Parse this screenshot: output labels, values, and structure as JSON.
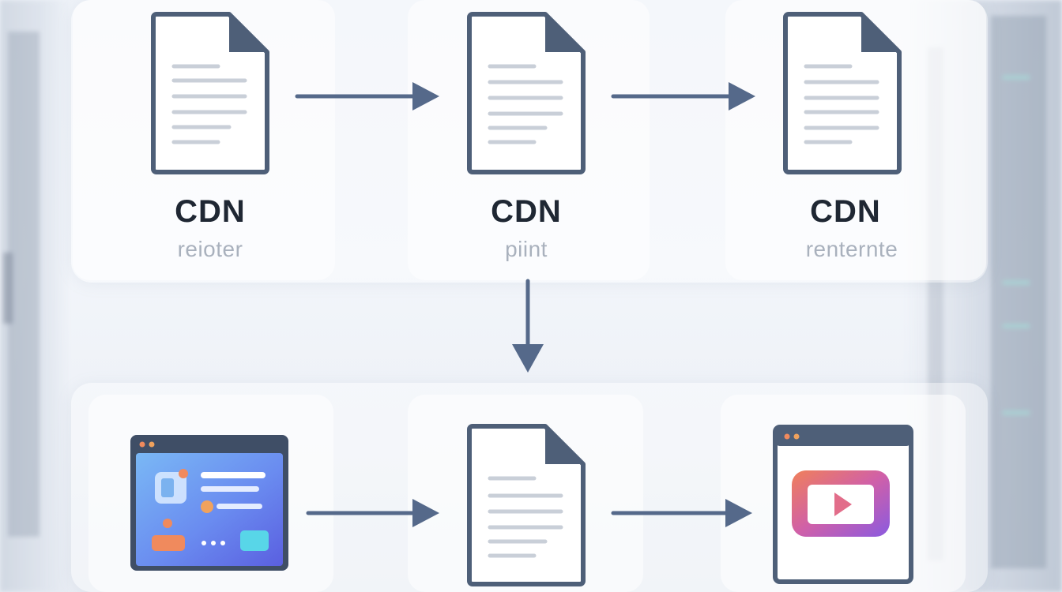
{
  "colors": {
    "doc_stroke": "#4e5f78",
    "doc_line": "#c9cfd8",
    "arrow": "#55698a",
    "title": "#1f2733",
    "subtitle": "#a9b1bd"
  },
  "top_row": [
    {
      "title": "CDN",
      "subtitle": "reioter",
      "icon": "document-icon"
    },
    {
      "title": "CDN",
      "subtitle": "piint",
      "icon": "document-icon"
    },
    {
      "title": "CDN",
      "subtitle": "renternte",
      "icon": "document-icon"
    }
  ],
  "bottom_row": [
    {
      "icon": "browser-app-icon"
    },
    {
      "icon": "document-icon"
    },
    {
      "icon": "video-player-icon"
    }
  ]
}
